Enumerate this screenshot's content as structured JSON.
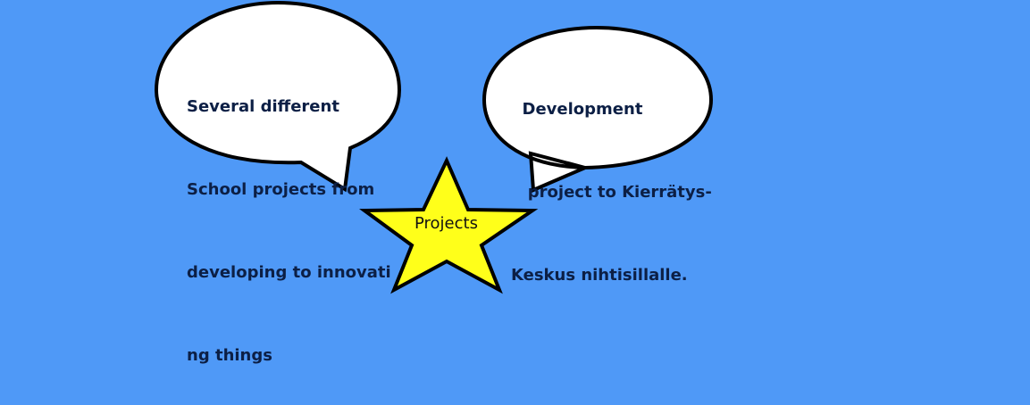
{
  "colors": {
    "background": "#4f99f7",
    "bubble_fill": "#ffffff",
    "outline": "#000000",
    "star_fill": "#ffff1a",
    "bubble_text": "#0c1f45"
  },
  "center_node": {
    "shape": "star",
    "label": "Projects"
  },
  "bubbles": [
    {
      "lines": [
        "Several different",
        "School projects from",
        "developing to innovati",
        "ng things"
      ]
    },
    {
      "lines": [
        "  Development",
        "   project to Kierrätys-",
        "Keskus nihtisillalle."
      ]
    }
  ]
}
